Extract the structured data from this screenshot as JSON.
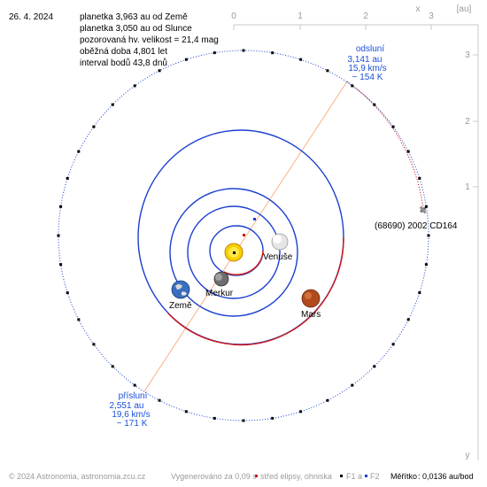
{
  "header": {
    "date": "26. 4. 2024",
    "info_lines": [
      "planetka 3,963 au od Země",
      "planetka 3,050 au od Slunce",
      "pozorovaná hv. velikost = 21,4 mag",
      "oběžná doba 4,801 let",
      "interval bodů 43,8 dnů"
    ]
  },
  "axes": {
    "top_ticks": [
      "0",
      "1",
      "2",
      "3"
    ],
    "right_ticks": [
      "3",
      "2",
      "1"
    ],
    "x_label": "x",
    "unit": "[au]",
    "y_label": "y"
  },
  "aphelion": {
    "title": "odsluní",
    "distance": "3,141 au",
    "speed": "15,9 km/s",
    "temp": "~ 154 K"
  },
  "perihelion": {
    "title": "přísluní",
    "distance": "2,551 au",
    "speed": "19,6 km/s",
    "temp": "~ 171 K"
  },
  "bodies": {
    "asteroid": "(68690) 2002 CD164",
    "venus": "Venuše",
    "mercury": "Merkur",
    "earth": "Země",
    "mars": "Mars"
  },
  "footer": {
    "copyright": "© 2024 Astronomia, astronomia.zcu.cz",
    "generated": "Vygenerováno za 0,09 s",
    "legend_center": "střed elipsy, ohniska",
    "f1": "F1",
    "a": "a",
    "f2": "F2",
    "scale_label": "Měřítko",
    "scale_value": ": 0,0136 au/bod"
  },
  "colors": {
    "orbit_blue": "#1a3fd0",
    "orbit_red": "#d01818",
    "axis_line": "#f4a070",
    "footer_gray": "#9a9a9a"
  }
}
